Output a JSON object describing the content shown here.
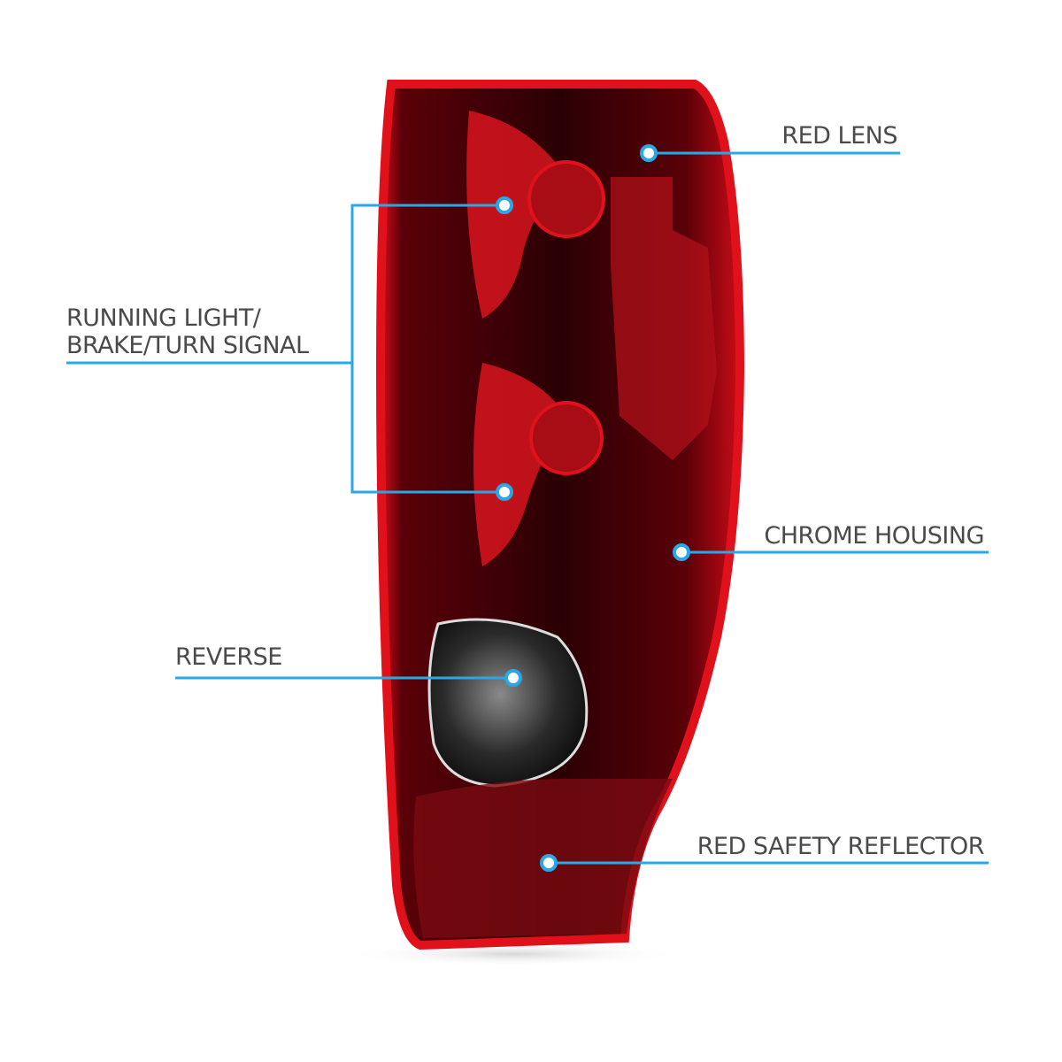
{
  "colors": {
    "callout": "#29a8e8",
    "text": "#4a4a4a",
    "lens_red": "#e0111b",
    "lens_dark": "#3a0006"
  },
  "callouts": {
    "red_lens": "RED LENS",
    "running_line1": "RUNNING LIGHT/",
    "running_line2": "BRAKE/TURN SIGNAL",
    "chrome_housing": "CHROME HOUSING",
    "reverse": "REVERSE",
    "reflector": "RED SAFETY REFLECTOR"
  }
}
